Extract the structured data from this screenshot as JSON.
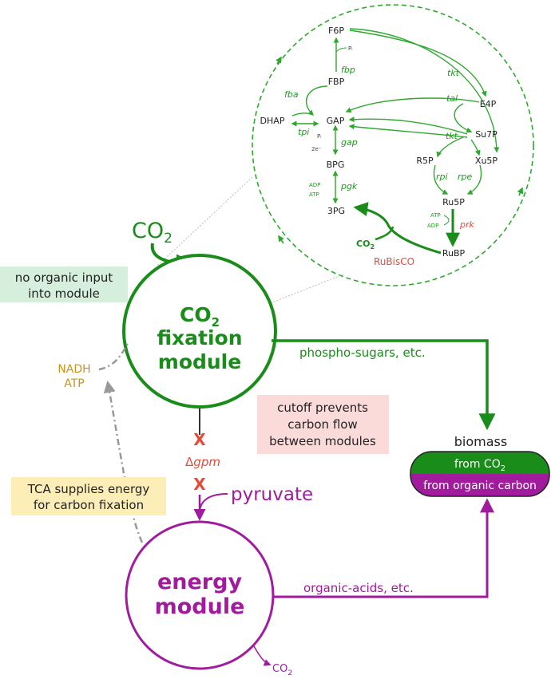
{
  "colors": {
    "green": "#1a8c1a",
    "calvin_green": "#2ea82e",
    "purple": "#a01c9c",
    "red": "#e84a3a",
    "gold": "#c99318",
    "gray": "#999999",
    "green_box": "#d6eedc",
    "pink_box": "#fbdada",
    "yellow_box": "#fdeeb8"
  },
  "co2_input": {
    "prefix": "CO",
    "sub": "2"
  },
  "fixation_module": {
    "line1_prefix": "CO",
    "line1_sub": "2",
    "line2": "fixation",
    "line3": "module"
  },
  "energy_module": {
    "line1": "energy",
    "line2": "module"
  },
  "callouts": {
    "no_organic_line1": "no organic input",
    "no_organic_line2": "into module",
    "cutoff_line1": "cutoff prevents",
    "cutoff_line2": "carbon flow",
    "cutoff_line3": "between modules",
    "tca_line1": "TCA supplies energy",
    "tca_line2": "for carbon fixation"
  },
  "cofactors": {
    "nadh": "NADH",
    "atp": "ATP"
  },
  "knockout": {
    "mark": "X",
    "delta": "Δ",
    "gene": "gpm"
  },
  "pyruvate": "pyruvate",
  "flows": {
    "fixation_out": "phospho-sugars, etc.",
    "energy_out": "organic-acids, etc."
  },
  "energy_co2": {
    "prefix": "CO",
    "sub": "2"
  },
  "biomass": {
    "title": "biomass",
    "top_prefix": "from CO",
    "top_sub": "2",
    "bottom": "from organic carbon"
  },
  "calvin_cycle": {
    "metabolites": {
      "f6p": "F6P",
      "fbp": "FBP",
      "gap": "GAP",
      "dhap": "DHAP",
      "bpg": "BPG",
      "pg3": "3PG",
      "e4p": "E4P",
      "su7p": "Su7P",
      "r5p": "R5P",
      "xu5p": "Xu5P",
      "ru5p": "Ru5P",
      "rubp": "RuBP"
    },
    "enzymes": {
      "fbp": "fbp",
      "fba": "fba",
      "tpi": "tpi",
      "gap": "gap",
      "pgk": "pgk",
      "tkt1": "tkt",
      "tal": "tal",
      "tkt2": "tkt",
      "rpi": "rpi",
      "rpe": "rpe",
      "prk": "prk",
      "rubisco": "RuBisCO"
    },
    "cofactors": {
      "pi_fbp": "Pᵢ",
      "pi_gap": "Pᵢ",
      "e_gap": "2e⁻",
      "adp_pgk": "ADP",
      "atp_pgk": "ATP",
      "atp_prk": "ATP",
      "adp_prk": "ADP"
    },
    "co2": {
      "prefix": "CO",
      "sub": "2"
    }
  }
}
